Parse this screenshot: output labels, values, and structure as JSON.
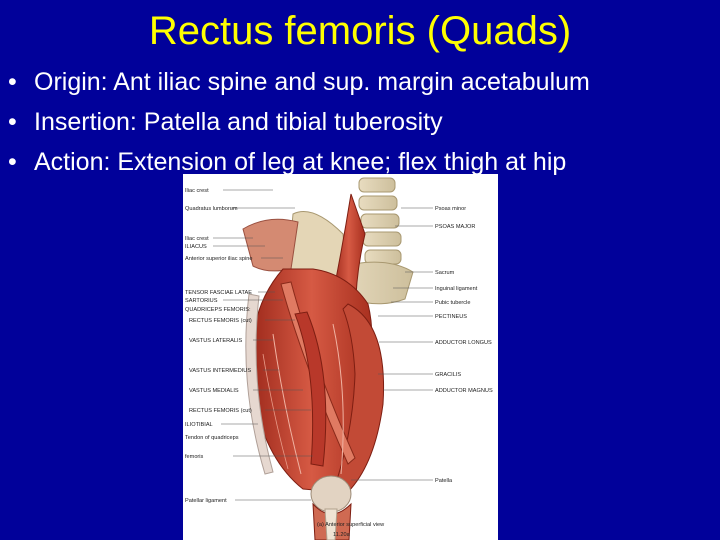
{
  "slide": {
    "title": "Rectus femoris (Quads)",
    "bullet_marker": "•",
    "bullets": [
      "Origin: Ant iliac spine and sup. margin acetabulum",
      "Insertion: Patella and tibial tuberosity",
      "Action: Extension of leg at knee; flex thigh at hip"
    ]
  },
  "figure": {
    "left_labels": [
      "Iliac crest",
      "Quadratus lumborum",
      "Iliac crest",
      "ILIACUS",
      "Anterior superior iliac spine",
      "TENSOR FASCIAE LATAE",
      "SARTORIUS",
      "QUADRICEPS FEMORIS:",
      "RECTUS FEMORIS (cut)",
      "VASTUS LATERALIS",
      "VASTUS INTERMEDIUS",
      "VASTUS MEDIALIS",
      "RECTUS FEMORIS (cut)",
      "ILIOTIBIAL",
      "Tendon of quadriceps",
      "femoris",
      "Patellar ligament"
    ],
    "right_labels": [
      "Psoas minor",
      "PSOAS MAJOR",
      "Sacrum",
      "Inguinal ligament",
      "Pubic tubercle",
      "PECTINEUS",
      "ADDUCTOR LONGUS",
      "GRACILIS",
      "ADDUCTOR MAGNUS",
      "Patella"
    ],
    "caption": "(a) Anterior superficial view",
    "figure_number": "11.20a"
  },
  "colors": {
    "background": "#01019a",
    "title": "#ffff00",
    "text": "#ffffff",
    "muscle": "#c8402e"
  }
}
